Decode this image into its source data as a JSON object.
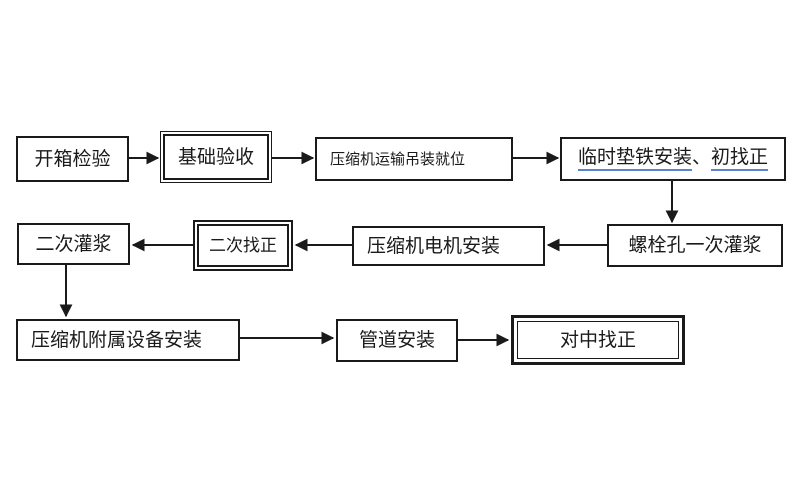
{
  "diagram": {
    "nodes": {
      "unpacking_inspection": {
        "label": "开箱检验"
      },
      "foundation_acceptance": {
        "label": "基础验收"
      },
      "transport_hoisting": {
        "label": "压缩机运输吊装就位"
      },
      "temp_shim_alignment": {
        "part1": "临时垫铁安装",
        "separator": "、",
        "part2": "初找正"
      },
      "bolt_hole_grouting": {
        "label": "螺栓孔一次灌浆"
      },
      "motor_installation": {
        "label": "压缩机电机安装"
      },
      "secondary_alignment": {
        "label": "二次找正"
      },
      "secondary_grouting": {
        "label": "二次灌浆"
      },
      "auxiliary_installation": {
        "label": "压缩机附属设备安装"
      },
      "piping_installation": {
        "label": "管道安装"
      },
      "centering_alignment": {
        "label": "对中找正"
      }
    },
    "colors": {
      "line": "#1a1a1a",
      "underline": "#5b83d1",
      "background": "#ffffff"
    }
  }
}
